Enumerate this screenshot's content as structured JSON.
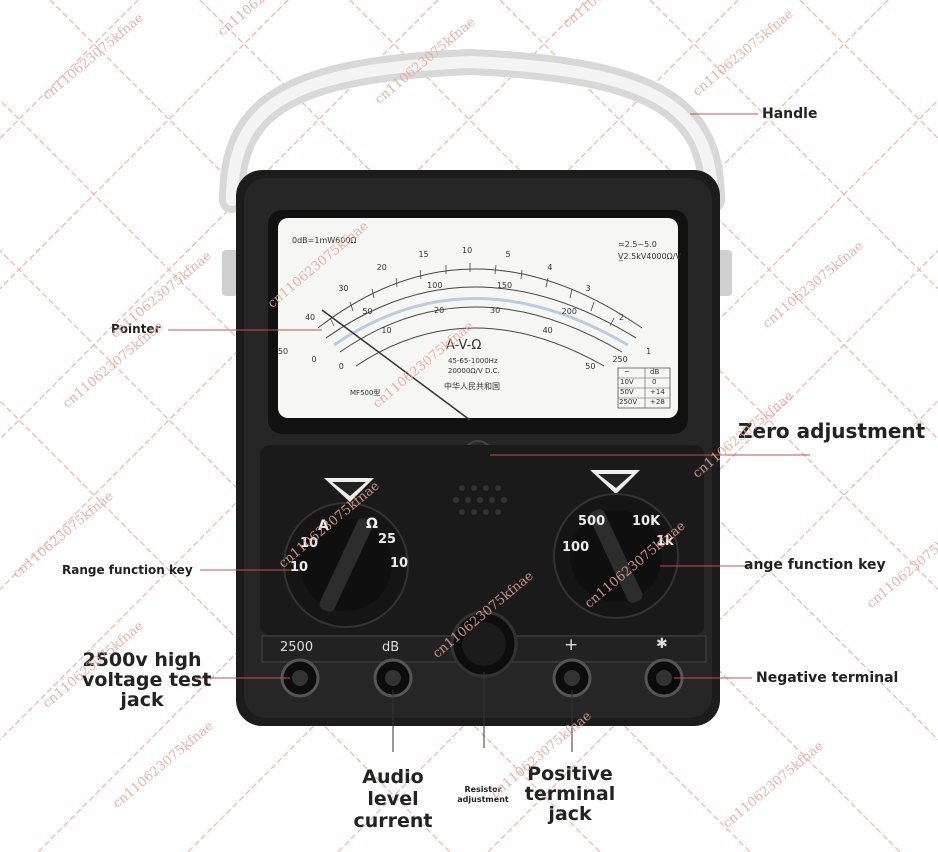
{
  "watermark": "cn110623075kfnae",
  "labels": {
    "handle": "Handle",
    "pointer": "Pointer",
    "zero_adjustment": "Zero adjustment",
    "range_left": "Range function key",
    "range_right": "ange function key",
    "hv_jack_1": "2500v high",
    "hv_jack_2": "voltage test",
    "hv_jack_3": "jack",
    "negative_terminal": "Negative terminal",
    "audio_1": "Audio",
    "audio_2": "level",
    "audio_3": "current",
    "resistor_1": "Resistor",
    "resistor_2": "adjustment",
    "positive_1": "Positive",
    "positive_2": "terminal",
    "positive_3": "jack"
  },
  "meter": {
    "face_title": "A-V-Ω",
    "freq": "45-65-1000Hz",
    "sens": "20000Ω/V D.C.",
    "maker": "中华人民共和国",
    "model": "MF500型",
    "top_right_1": "≃2.5~5.0",
    "top_right_2": "V̲2.5kV4000Ω/V",
    "top_left": "0dB=1mW600Ω",
    "db_table": {
      "header": [
        "~",
        "dB"
      ],
      "rows": [
        [
          "10V",
          "0"
        ],
        [
          "50V",
          "+14"
        ],
        [
          "250V",
          "+28"
        ]
      ]
    },
    "scale_top": [
      "50",
      "40",
      "30",
      "20",
      "15",
      "10",
      "5",
      "4",
      "3",
      "2",
      "1"
    ],
    "scale_mid": [
      "0",
      "50",
      "100",
      "150",
      "200",
      "250"
    ],
    "scale_bottom": [
      "0",
      "10",
      "20",
      "30",
      "40",
      "50"
    ]
  },
  "dials": {
    "left": [
      "10",
      "10",
      "A",
      "Ω",
      "25",
      "10"
    ],
    "right": [
      "100",
      "500",
      "10K",
      "1k"
    ]
  },
  "terminals": {
    "t1": "2500",
    "t2": "dB",
    "t3": "+",
    "t4": "✱"
  }
}
